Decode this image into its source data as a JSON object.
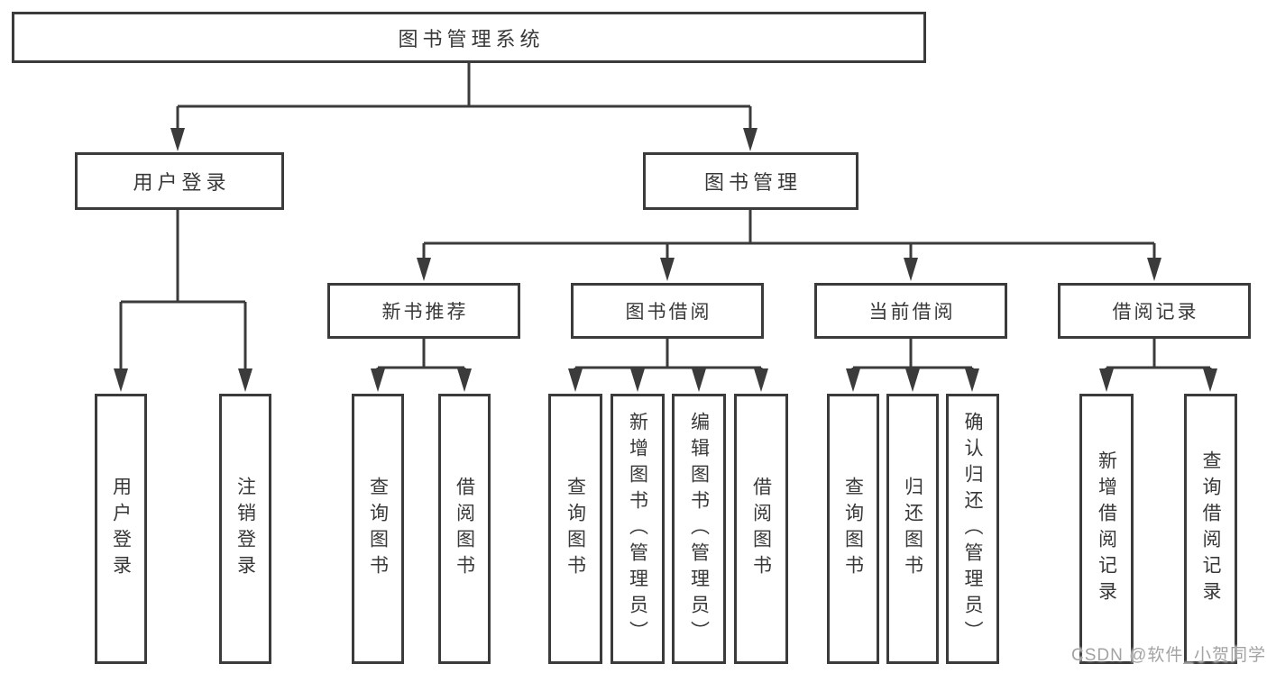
{
  "tree": {
    "root": {
      "label": "图书管理系统"
    },
    "branches": [
      {
        "label": "用户登录",
        "children": [
          {
            "label": "用户登录"
          },
          {
            "label": "注销登录"
          }
        ]
      },
      {
        "label": "图书管理",
        "children": [
          {
            "label": "新书推荐",
            "children": [
              {
                "label": "查询图书"
              },
              {
                "label": "借阅图书"
              }
            ]
          },
          {
            "label": "图书借阅",
            "children": [
              {
                "label": "查询图书"
              },
              {
                "label": "新增图书（管理员）"
              },
              {
                "label": "编辑图书（管理员）"
              },
              {
                "label": "借阅图书"
              }
            ]
          },
          {
            "label": "当前借阅",
            "children": [
              {
                "label": "查询图书"
              },
              {
                "label": "归还图书"
              },
              {
                "label": "确认归还（管理员）"
              }
            ]
          },
          {
            "label": "借阅记录",
            "children": [
              {
                "label": "新增借阅记录"
              },
              {
                "label": "查询借阅记录"
              }
            ]
          }
        ]
      }
    ]
  },
  "watermark": {
    "text": "CSDN @软件_小贺同学"
  },
  "colors": {
    "line": "#3b3b3b",
    "text": "#383838",
    "background": "#ffffff",
    "watermark": "#a3a3a3"
  }
}
